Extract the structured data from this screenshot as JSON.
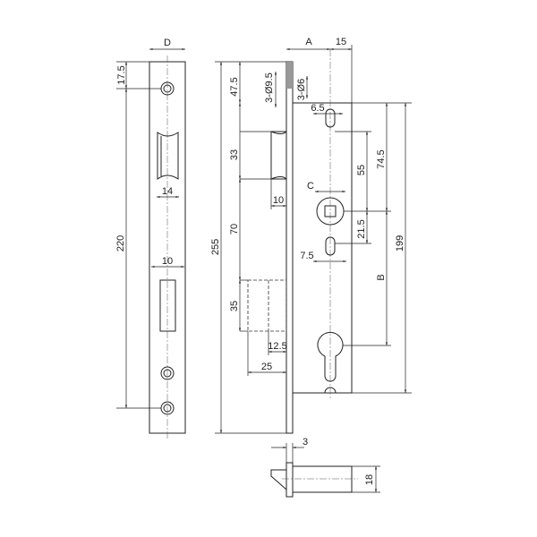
{
  "front_view": {
    "width_label": "D",
    "top_hole": "17.5",
    "height": "220",
    "latch_width": "14",
    "bolt_width": "10"
  },
  "side_view": {
    "total_height": "255",
    "top_offset": "47.5",
    "latch_height": "33",
    "latch_to_bolt": "70",
    "bolt_height": "35",
    "latch_depth": "10",
    "bolt_throw_a": "12.5",
    "bolt_throw_b": "25",
    "screw_large": "3-Ø9.5",
    "screw_small": "3-Ø6",
    "backset_label": "A",
    "half_width": "15",
    "slot_width": "6.5",
    "spindle_label": "C",
    "slot_to_spindle": "55",
    "top_to_spindle": "74.5",
    "spindle_to_slot": "21.5",
    "slot2_width": "7.5",
    "spindle_to_cylinder": "B",
    "body_height": "199"
  },
  "bottom_view": {
    "plate_thickness": "3",
    "body_height": "18"
  },
  "colors": {
    "line": "#222222",
    "background": "#ffffff"
  }
}
